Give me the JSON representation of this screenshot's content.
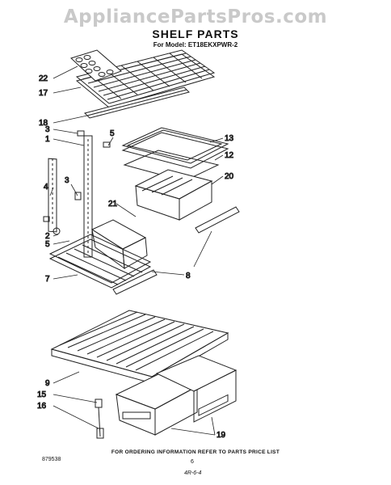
{
  "watermark": "AppliancePartsPros.com",
  "header": {
    "title": "SHELF PARTS",
    "model": "For Model: ET18EKXPWR-2"
  },
  "callouts": {
    "c22": "22",
    "c17": "17",
    "c18": "18",
    "c3a": "3",
    "c1": "1",
    "c5a": "5",
    "c13": "13",
    "c12": "12",
    "c20": "20",
    "c4": "4",
    "c3b": "3",
    "c21": "21",
    "c2": "2",
    "c5b": "5",
    "c7": "7",
    "c8": "8",
    "c9": "9",
    "c15": "15",
    "c16": "16",
    "c19": "19"
  },
  "footer": {
    "code": "879538",
    "note": "FOR ORDERING INFORMATION REFER TO PARTS PRICE LIST",
    "page": "6",
    "signature": "4R-6-4"
  }
}
